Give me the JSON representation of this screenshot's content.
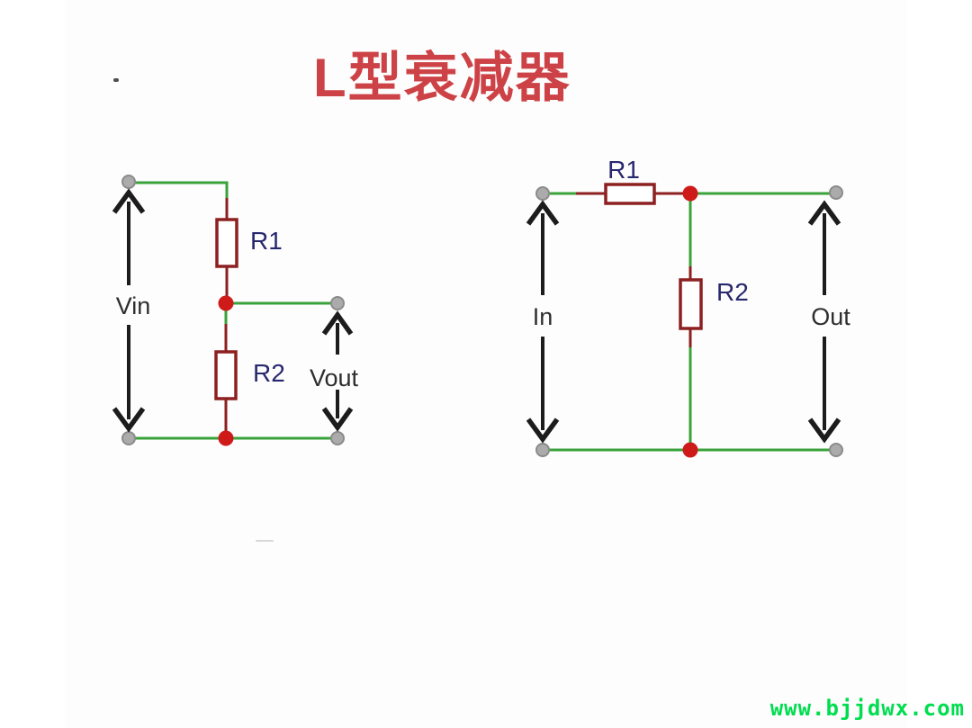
{
  "title": {
    "text": "L型衰减器"
  },
  "watermark": {
    "text": "www.bjjdwx.com"
  },
  "left_circuit": {
    "r1_label": "R1",
    "r2_label": "R2",
    "input_label": "Vin",
    "output_label": "Vout"
  },
  "right_circuit": {
    "r1_label": "R1",
    "r2_label": "R2",
    "input_label": "In",
    "output_label": "Out"
  },
  "colors": {
    "title": "#cd4246",
    "wire": "#3aa23a",
    "resistor": "#8d2020",
    "junction": "#cf1a1a",
    "terminal_fill": "#ababab",
    "terminal_stroke": "#8b8b8b",
    "component_label": "#28286e",
    "signal_label": "#2e2e2e",
    "arrow": "#1c1c1c",
    "watermark": "#00dd4f",
    "background": "#fdfdfd",
    "side_band": "#ffffff"
  }
}
